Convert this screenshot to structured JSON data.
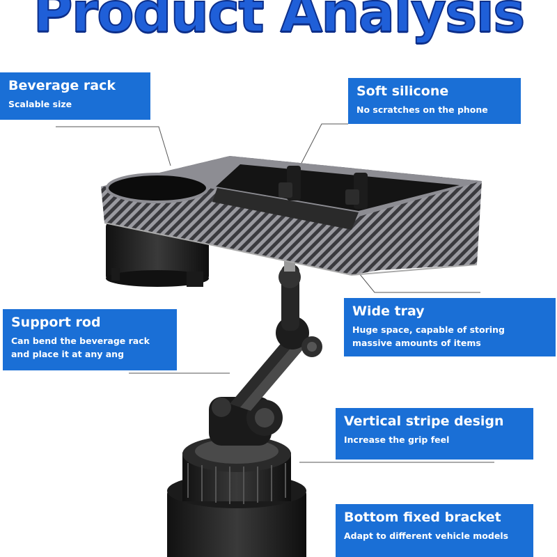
{
  "page": {
    "title": "Product Analysis",
    "accent_color": "#1a6fd6",
    "title_color": "#1f5fd8"
  },
  "callouts": {
    "beverage_rack": {
      "heading": "Beverage rack",
      "sub": "Scalable size"
    },
    "soft_silicone": {
      "heading": "Soft silicone",
      "sub": "No scratches on the phone"
    },
    "wide_tray": {
      "heading": "Wide tray",
      "sub": "Huge space, capable of storing massive amounts of items"
    },
    "support_rod": {
      "heading": "Support rod",
      "sub": "Can bend the beverage rack and place it at any ang"
    },
    "vertical_stripe": {
      "heading": "Vertical stripe design",
      "sub": "Increase the grip feel"
    },
    "bottom_bracket": {
      "heading": "Bottom fixed bracket",
      "sub": "Adapt to different vehicle models"
    }
  }
}
